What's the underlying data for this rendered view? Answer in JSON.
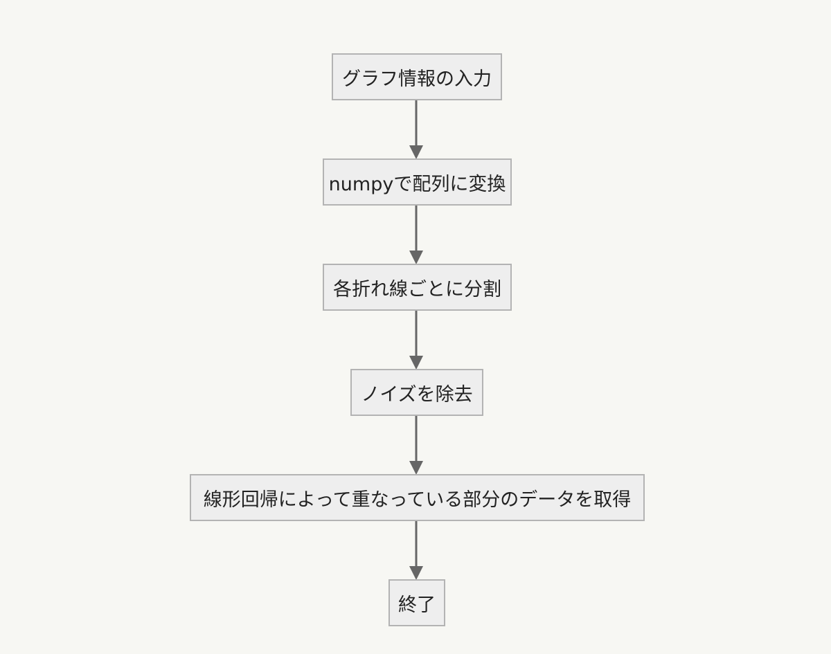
{
  "flow": {
    "steps": [
      "グラフ情報の入力",
      "numpyで配列に変換",
      "各折れ線ごとに分割",
      "ノイズを除去",
      "線形回帰によって重なっている部分のデータを取得",
      "終了"
    ]
  },
  "colors": {
    "background": "#f7f7f3",
    "node_fill": "#eeeeee",
    "node_border": "#b3b3b3",
    "arrow": "#666666",
    "text": "#222222"
  }
}
